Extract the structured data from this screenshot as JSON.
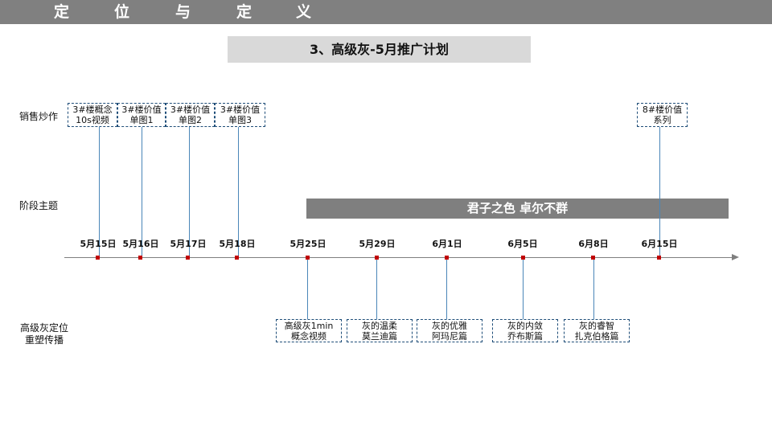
{
  "header": {
    "title_chars": [
      "定",
      "位",
      "与",
      "定",
      "义"
    ]
  },
  "subtitle": "3、高级灰-5月推广计划",
  "rows": {
    "sales": "销售炒作",
    "stage": "阶段主题",
    "repositioning": [
      "高级灰定位",
      "重塑传播"
    ]
  },
  "theme_bar": "君子之色 卓尔不群",
  "timeline": {
    "dates": [
      "5月15日",
      "5月16日",
      "5月17日",
      "5月18日",
      "5月25日",
      "5月29日",
      "6月1日",
      "6月5日",
      "6月8日",
      "6月15日"
    ]
  },
  "sales_events": [
    {
      "line1": "3#楼概念",
      "line2": "10s视频"
    },
    {
      "line1": "3#楼价值",
      "line2": "单图1"
    },
    {
      "line1": "3#楼价值",
      "line2": "单图2"
    },
    {
      "line1": "3#楼价值",
      "line2": "单图3"
    },
    {
      "line1": "8#楼价值",
      "line2": "系列"
    }
  ],
  "reposition_events": [
    {
      "line1": "高级灰1min",
      "line2": "概念视频"
    },
    {
      "line1": "灰的温柔",
      "line2": "莫兰迪篇"
    },
    {
      "line1": "灰的优雅",
      "line2": "阿玛尼篇"
    },
    {
      "line1": "灰的内敛",
      "line2": "乔布斯篇"
    },
    {
      "line1": "灰的睿智",
      "line2": "扎克伯格篇"
    }
  ],
  "colors": {
    "header_bg": "#808080",
    "theme_bar_bg": "#7f7f7f",
    "tick": "#c00000",
    "connector": "#4a86b8",
    "box_border": "#1f4e79"
  }
}
